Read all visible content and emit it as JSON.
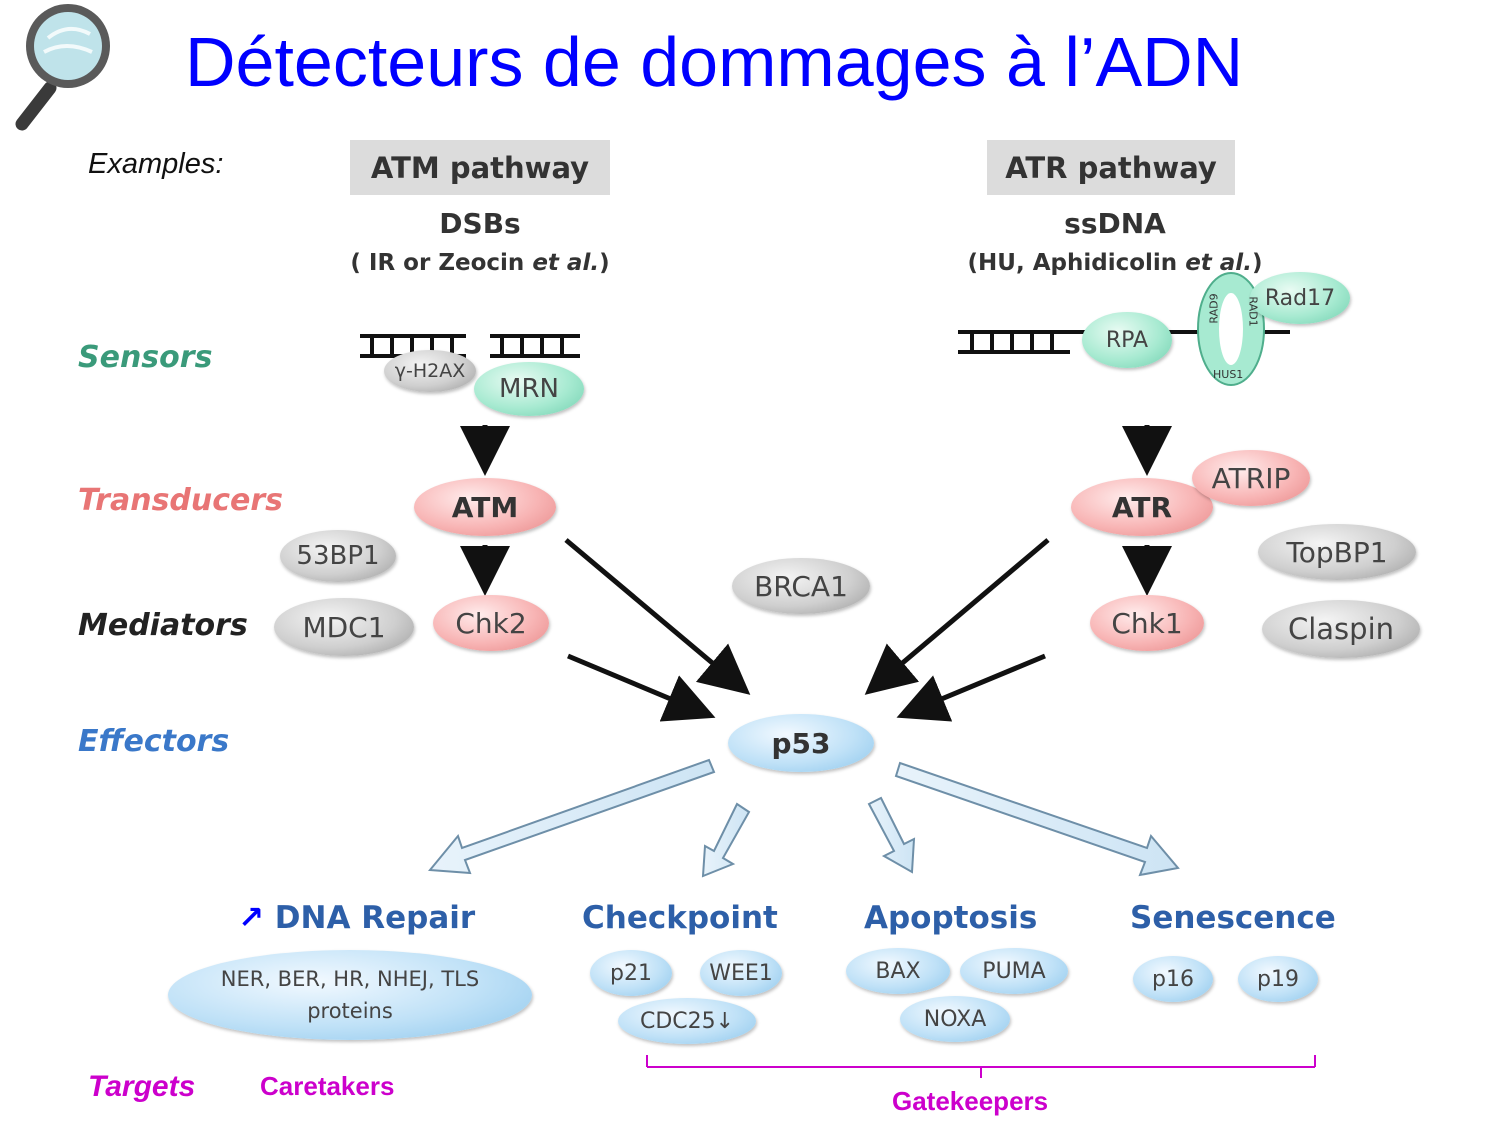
{
  "title": "Détecteurs de dommages à l’ADN",
  "examples": "Examples:",
  "atm": {
    "pathway": "ATM pathway",
    "damage": "DSBs",
    "agents_pre": "( IR or Zeocin ",
    "agents_em": "et al.",
    "agents_post": ")"
  },
  "atr": {
    "pathway": "ATR pathway",
    "damage": "ssDNA",
    "agents_pre": "(HU, Aphidicolin ",
    "agents_em": "et al.",
    "agents_post": ")"
  },
  "levels": {
    "sensors": "Sensors",
    "transducers": "Transducers",
    "mediators": "Mediators",
    "effectors": "Effectors"
  },
  "level_colors": {
    "sensors": "#3a9a7a",
    "transducers": "#e87575",
    "mediators": "#222222",
    "effectors": "#3a78c9"
  },
  "proteins": {
    "h2ax": "γ-H2AX",
    "mrn": "MRN",
    "atm": "ATM",
    "p53bp1": "53BP1",
    "mdc1": "MDC1",
    "chk2": "Chk2",
    "brca1": "BRCA1",
    "rpa": "RPA",
    "rad17": "Rad17",
    "rad9": "RAD9",
    "rad1": "RAD1",
    "hus1": "HUS1",
    "atr": "ATR",
    "atrip": "ATRIP",
    "topbp1": "TopBP1",
    "chk1": "Chk1",
    "claspin": "Claspin",
    "p53": "p53"
  },
  "outcomes": {
    "dna_repair": "DNA Repair",
    "checkpoint": "Checkpoint",
    "apoptosis": "Apoptosis",
    "senescence": "Senescence"
  },
  "outcome_up_arrow": "↗",
  "targets": {
    "repair_proteins_line1": "NER, BER, HR, NHEJ, TLS",
    "repair_proteins_line2": "proteins",
    "p21": "p21",
    "wee1": "WEE1",
    "cdc25": "CDC25↓",
    "bax": "BAX",
    "puma": "PUMA",
    "noxa": "NOXA",
    "p16": "p16",
    "p19": "p19"
  },
  "footer": {
    "targets": "Targets",
    "caretakers": "Caretakers",
    "gatekeepers": "Gatekeepers"
  },
  "colors": {
    "title": "#0000ff",
    "outcome": "#2d5fa8",
    "footer": "#cc00cc"
  },
  "icons": {
    "logo": "magnifying-glass-icon"
  }
}
